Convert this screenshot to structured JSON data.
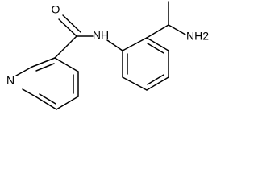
{
  "atoms": {
    "oxygen": "O",
    "amide_nh": "NH",
    "pyridine_n": "N",
    "amine_nh2": "NH2"
  }
}
